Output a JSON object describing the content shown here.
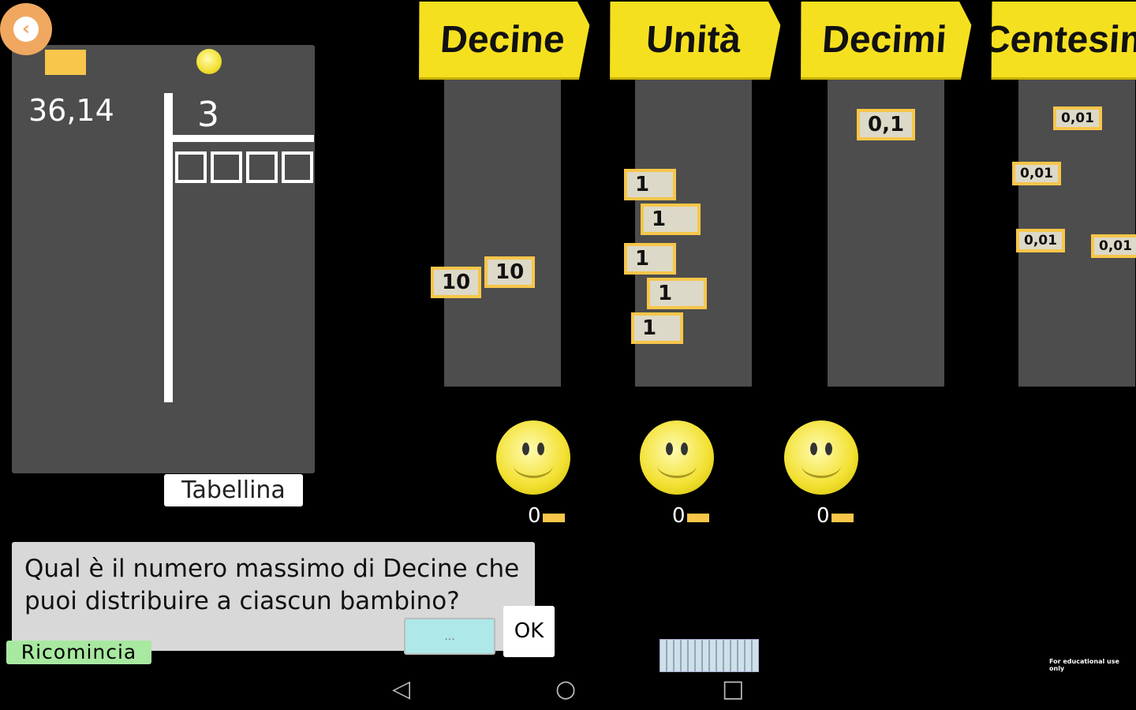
{
  "dividend": "36,14",
  "divisor": "3",
  "quotient_boxes": 4,
  "tabellina_label": "Tabellina",
  "columns": [
    {
      "label": "Decine",
      "tokens": [
        "10",
        "10"
      ],
      "counter": "0"
    },
    {
      "label": "Unità",
      "tokens": [
        "1",
        "1",
        "1",
        "1",
        "1"
      ],
      "counter": "0"
    },
    {
      "label": "Decimi",
      "tokens": [
        "0,1"
      ],
      "counter": "0"
    },
    {
      "label": "Centesim",
      "tokens": [
        "0,01",
        "0,01",
        "0,01",
        "0,01"
      ]
    }
  ],
  "question": "Qual è il numero massimo di Decine che puoi distribuire a ciascun bambino?",
  "answer_placeholder": "...",
  "ok_label": "OK",
  "restart_label": "Ricomincia",
  "footer_note": "For educational use only",
  "colors": {
    "panel": "#4d4d4d",
    "tag": "#f5e020",
    "token_border": "#f7c64a"
  }
}
